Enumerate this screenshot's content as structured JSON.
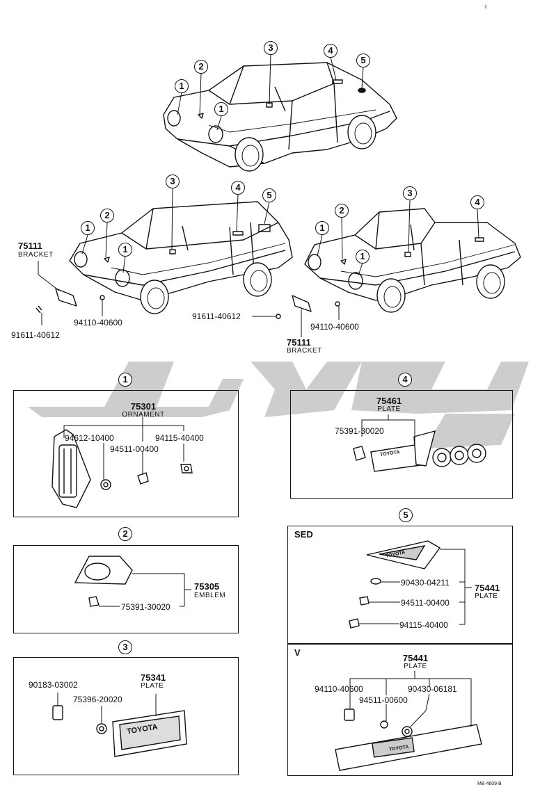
{
  "corner_mark": "1",
  "footer_code": "MB 4609 B",
  "markers": {
    "m1": "1",
    "m2": "2",
    "m3": "3",
    "m4": "4",
    "m5": "5"
  },
  "top_parts": {
    "bracket_left_no": "75111",
    "bracket_left_name": "BRACKET",
    "screw_left": "91611-40612",
    "nut_left": "94110-40600",
    "screw_right": "91611-40612",
    "nut_right": "94110-40600",
    "bracket_right_no": "75111",
    "bracket_right_name": "BRACKET"
  },
  "sec1": {
    "main_no": "75301",
    "main_name": "ORNAMENT",
    "p1": "94612-10400",
    "p2": "94511-00400",
    "p3": "94115-40400"
  },
  "sec2": {
    "main_no": "75305",
    "main_name": "EMBLEM",
    "p1": "75391-30020"
  },
  "sec3": {
    "main_no": "75341",
    "main_name": "PLATE",
    "p1": "90183-03002",
    "p2": "75396-20020",
    "plate_text": "TOYOTA"
  },
  "sec4": {
    "main_no": "75461",
    "main_name": "PLATE",
    "p1": "75391-30020",
    "plate_text": "TOYOTA"
  },
  "sec5": {
    "sed_label": "SED",
    "v_label": "V",
    "sed_main_no": "75441",
    "sed_main_name": "PLATE",
    "sed_p1": "90430-04211",
    "sed_p2": "94511-00400",
    "sed_p3": "94115-40400",
    "sed_plate_text": "TOYOTA",
    "v_main_no": "75441",
    "v_main_name": "PLATE",
    "v_p1": "94110-40600",
    "v_p2": "90430-06181",
    "v_p3": "94511-00600",
    "v_plate_text": "TOYOTA"
  }
}
